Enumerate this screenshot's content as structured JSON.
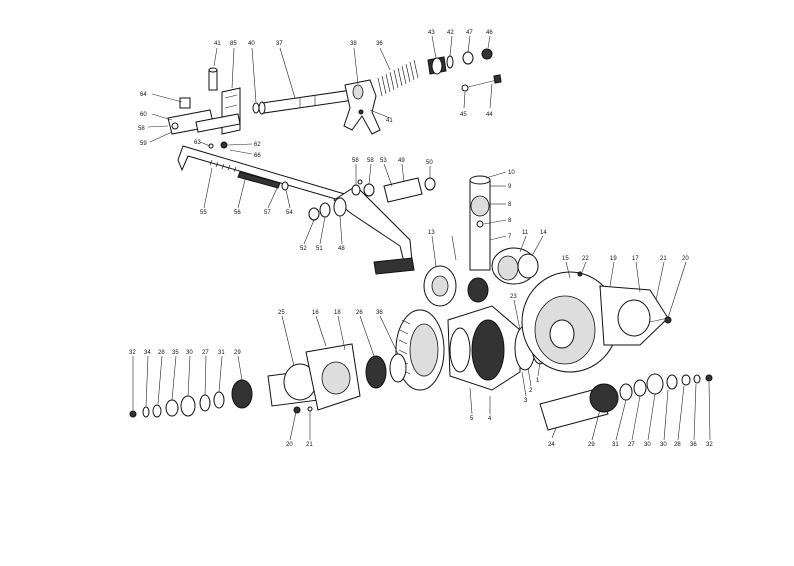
{
  "diagram": {
    "title": "",
    "callouts": [
      {
        "id": "c41a",
        "label": "41"
      },
      {
        "id": "c85",
        "label": "85"
      },
      {
        "id": "c40",
        "label": "40"
      },
      {
        "id": "c37",
        "label": "37"
      },
      {
        "id": "c38",
        "label": "38"
      },
      {
        "id": "c36",
        "label": "36"
      },
      {
        "id": "c43",
        "label": "43"
      },
      {
        "id": "c42",
        "label": "42"
      },
      {
        "id": "c47",
        "label": "47"
      },
      {
        "id": "c46",
        "label": "46"
      },
      {
        "id": "c45",
        "label": "45"
      },
      {
        "id": "c44",
        "label": "44"
      },
      {
        "id": "c41b",
        "label": "41"
      },
      {
        "id": "c64",
        "label": "64"
      },
      {
        "id": "c60",
        "label": "60"
      },
      {
        "id": "c58",
        "label": "58"
      },
      {
        "id": "c59",
        "label": "59"
      },
      {
        "id": "c62",
        "label": "62"
      },
      {
        "id": "c63",
        "label": "63"
      },
      {
        "id": "c66",
        "label": "66"
      },
      {
        "id": "c55",
        "label": "55"
      },
      {
        "id": "c56",
        "label": "56"
      },
      {
        "id": "c57",
        "label": "57"
      },
      {
        "id": "c54",
        "label": "54"
      },
      {
        "id": "c58b",
        "label": "58"
      },
      {
        "id": "c53a",
        "label": "58"
      },
      {
        "id": "c53",
        "label": "53"
      },
      {
        "id": "c49",
        "label": "49"
      },
      {
        "id": "c50",
        "label": "50"
      },
      {
        "id": "c52",
        "label": "52"
      },
      {
        "id": "c51",
        "label": "51"
      },
      {
        "id": "c48",
        "label": "48"
      },
      {
        "id": "c10",
        "label": "10"
      },
      {
        "id": "c9",
        "label": "9"
      },
      {
        "id": "c8a",
        "label": "8"
      },
      {
        "id": "c8b",
        "label": "8"
      },
      {
        "id": "c7",
        "label": "7"
      },
      {
        "id": "c11",
        "label": "11"
      },
      {
        "id": "c14",
        "label": "14"
      },
      {
        "id": "c13",
        "label": "13"
      },
      {
        "id": "c15",
        "label": "15"
      },
      {
        "id": "c22",
        "label": "22"
      },
      {
        "id": "c19",
        "label": "19"
      },
      {
        "id": "c17",
        "label": "17"
      },
      {
        "id": "c21a",
        "label": "21"
      },
      {
        "id": "c20a",
        "label": "20"
      },
      {
        "id": "c23",
        "label": "23"
      },
      {
        "id": "c25",
        "label": "25"
      },
      {
        "id": "c16",
        "label": "16"
      },
      {
        "id": "c18",
        "label": "18"
      },
      {
        "id": "c26",
        "label": "26"
      },
      {
        "id": "c36b",
        "label": "36"
      },
      {
        "id": "c32",
        "label": "32"
      },
      {
        "id": "c34",
        "label": "34"
      },
      {
        "id": "c28",
        "label": "28"
      },
      {
        "id": "c35",
        "label": "35"
      },
      {
        "id": "c30",
        "label": "30"
      },
      {
        "id": "c27",
        "label": "27"
      },
      {
        "id": "c31",
        "label": "31"
      },
      {
        "id": "c29",
        "label": "29"
      },
      {
        "id": "c20b",
        "label": "20"
      },
      {
        "id": "c21b",
        "label": "21"
      },
      {
        "id": "c5",
        "label": "5"
      },
      {
        "id": "c4",
        "label": "4"
      },
      {
        "id": "c3",
        "label": "3"
      },
      {
        "id": "c2",
        "label": "2"
      },
      {
        "id": "c1",
        "label": "1"
      },
      {
        "id": "c24",
        "label": "24"
      },
      {
        "id": "c29b",
        "label": "29"
      },
      {
        "id": "c31b",
        "label": "31"
      },
      {
        "id": "c27b",
        "label": "27"
      },
      {
        "id": "c30b",
        "label": "30"
      },
      {
        "id": "c30c",
        "label": "30"
      },
      {
        "id": "c28b",
        "label": "28"
      },
      {
        "id": "c36c",
        "label": "36"
      },
      {
        "id": "c32b",
        "label": "32"
      }
    ]
  }
}
